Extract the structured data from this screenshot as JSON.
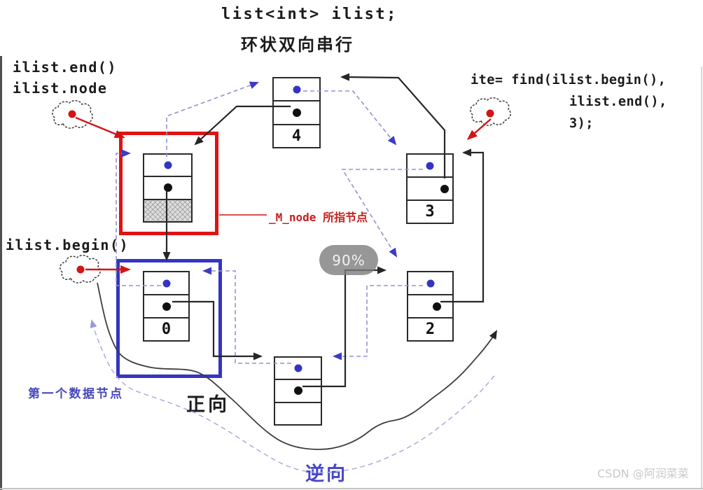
{
  "title": {
    "code": "list<int> ilist;",
    "subtitle": "环状双向串行"
  },
  "labels": {
    "end_call": "ilist.end()",
    "node_member": "ilist.node",
    "begin_call": "ilist.begin()",
    "find_line1": "ite= find(ilist.begin(),",
    "find_line2": "ilist.end(),",
    "find_line3": "3);",
    "m_node_annotation": "_M_node 所指节点",
    "first_data_node": "第一个数据节点",
    "forward": "正向",
    "reverse": "逆向"
  },
  "nodes": {
    "head": {
      "role": "sentinel header node",
      "value": ""
    },
    "n4": {
      "value": "4"
    },
    "n3": {
      "value": "3"
    },
    "n2": {
      "value": "2"
    },
    "n1": {
      "value": ""
    },
    "n0": {
      "value": "0"
    }
  },
  "overlay": {
    "zoom_badge": "90%"
  },
  "watermark": "CSDN @阿润菜菜",
  "colors": {
    "sentinel_box": "#e01212",
    "first_node_box": "#3434c4",
    "next_pointer": "#262626",
    "prev_pointer": "#9393d2",
    "prev_arrowhead": "#3b3bc8",
    "iterator_pointer": "#d41414",
    "annotation_red": "#c62020",
    "annotation_blue": "#4646bb"
  }
}
